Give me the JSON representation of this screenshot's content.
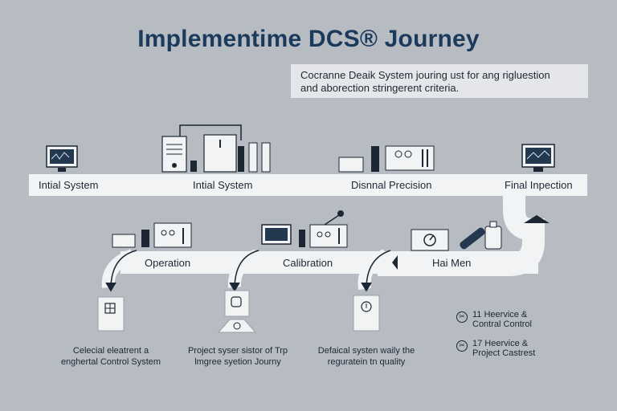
{
  "title": "Implementime DCS® Journey",
  "callout": {
    "line1": "Cocranne Deaik System jouring ust for ang rigluestion",
    "line2": "and aborection stringerent criteria."
  },
  "top_stages": [
    "Intial System",
    "Intial System",
    "Disnnal Precision",
    "Final Inpection"
  ],
  "mid_stages": [
    "Operation",
    "Calibration",
    "Hai Men"
  ],
  "captions": [
    {
      "line1": "Celecial eleatrent a",
      "line2": "enghertal Control System"
    },
    {
      "line1": "Project syser sistor of Trp",
      "line2": "lmgree syetion Journy"
    },
    {
      "line1": "Defaical systen waily the",
      "line2": "reguratein tn quality"
    }
  ],
  "legend": [
    {
      "icon": "✂",
      "line1": "11 Heervice &",
      "line2": "Contral Control"
    },
    {
      "icon": "✂",
      "line1": "17 Heervice &",
      "line2": "Project Castrest"
    }
  ],
  "colors": {
    "background": "#b7bcc3",
    "band": "#f2f3f5",
    "title": "#1b3a5c",
    "ink": "#1d2733"
  }
}
